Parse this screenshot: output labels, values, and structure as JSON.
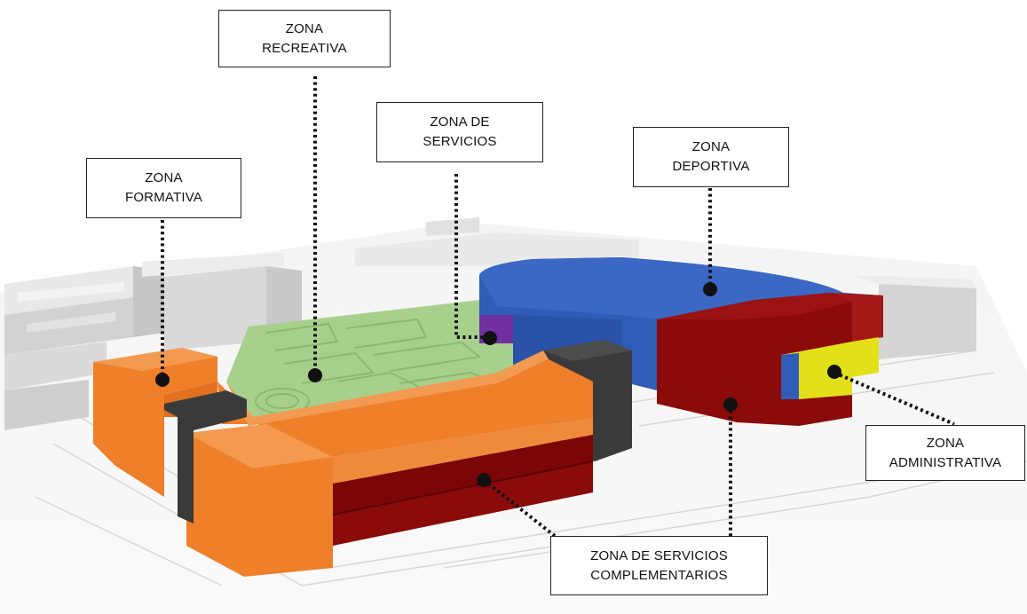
{
  "labels": {
    "formativa": [
      "ZONA",
      "FORMATIVA"
    ],
    "recreativa": [
      "ZONA",
      "RECREATIVA"
    ],
    "servicios": [
      "ZONA DE",
      "SERVICIOS"
    ],
    "deportiva": [
      "ZONA",
      "DEPORTIVA"
    ],
    "administrativa": [
      "ZONA",
      "ADMINISTRATIVA"
    ],
    "complementarios": [
      "ZONA DE SERVICIOS",
      "COMPLEMENTARIOS"
    ]
  },
  "colors": {
    "formativa": "#f07f2a",
    "recreativa": "#a8d08d",
    "servicios": "#7030a0",
    "deportiva": "#2f5cb6",
    "administrativa": "#e3e01a",
    "complementarios": "#8b0a0a",
    "circulation": "#3a3a3a",
    "context": "#dcdcdc"
  }
}
